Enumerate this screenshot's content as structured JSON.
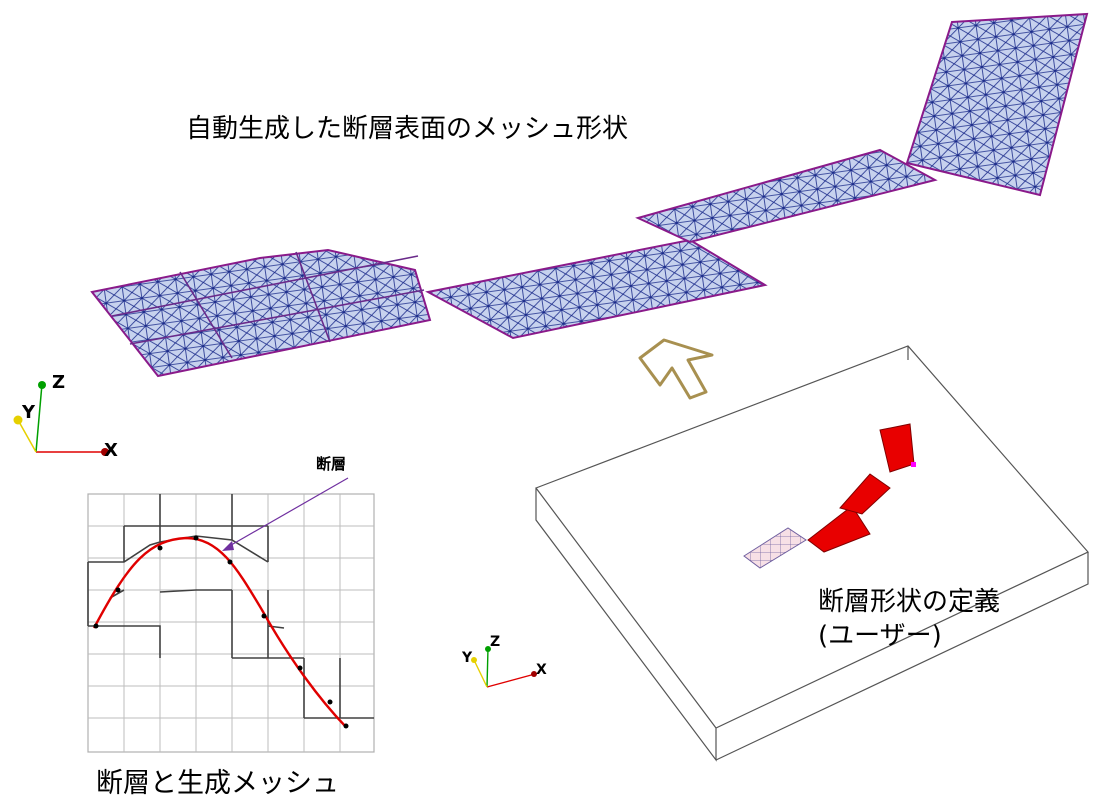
{
  "labels": {
    "title": "自動生成した断層表面のメッシュ形状",
    "fault_tag": "断層",
    "grid_caption": "断層と生成メッシュ",
    "fault_definition_line1": "断層形状の定義",
    "fault_definition_line2": "(ユーザー)"
  },
  "axes": {
    "x": "X",
    "y": "Y",
    "z": "Z"
  },
  "colors": {
    "mesh_outline": "#8a1a8a",
    "mesh_lines": "#1a2a8a",
    "mesh_fill": "#c7d2ee",
    "fault_curve": "#e00000",
    "fault_patch": "#e80000",
    "arrow": "#a89050",
    "pointer": "#7030a0",
    "axis_x": "#e00000",
    "axis_y": "#e6d000",
    "axis_z": "#00a000"
  }
}
